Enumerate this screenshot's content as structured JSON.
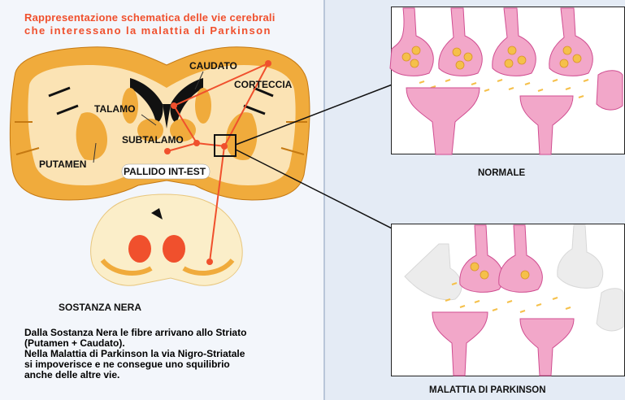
{
  "title": {
    "line1": "Rappresentazione schematica delle vie cerebrali",
    "line2": "che interessano la malattia di Parkinson"
  },
  "labels": {
    "caudato": "CAUDATO",
    "corteccia": "CORTECCIA",
    "talamo": "TALAMO",
    "subtalamo": "SUBTALAMO",
    "putamen": "PUTAMEN",
    "pallido": "PALLIDO INT-EST",
    "sostanza_nera": "SOSTANZA NERA"
  },
  "description": {
    "lines": [
      "Dalla Sostanza Nera le fibre arrivano allo Striato",
      "(Putamen + Caudato).",
      "Nella Malattia di Parkinson la via Nigro-Striatale",
      "si impoverisce e ne consegue uno squilibrio",
      "anche delle altre vie."
    ]
  },
  "panels": {
    "normal_label": "NORMALE",
    "parkinson_label": "MALATTIA DI PARKINSON"
  },
  "colors": {
    "accent": "#f0502d",
    "brain_tissue": "#f0ab3c",
    "white_matter": "#fbe3b4",
    "neuron_pink": "#f2a7c9",
    "neuron_outline": "#d04e91",
    "vesicle": "#f5c04a",
    "background": "#f3f6fb"
  }
}
